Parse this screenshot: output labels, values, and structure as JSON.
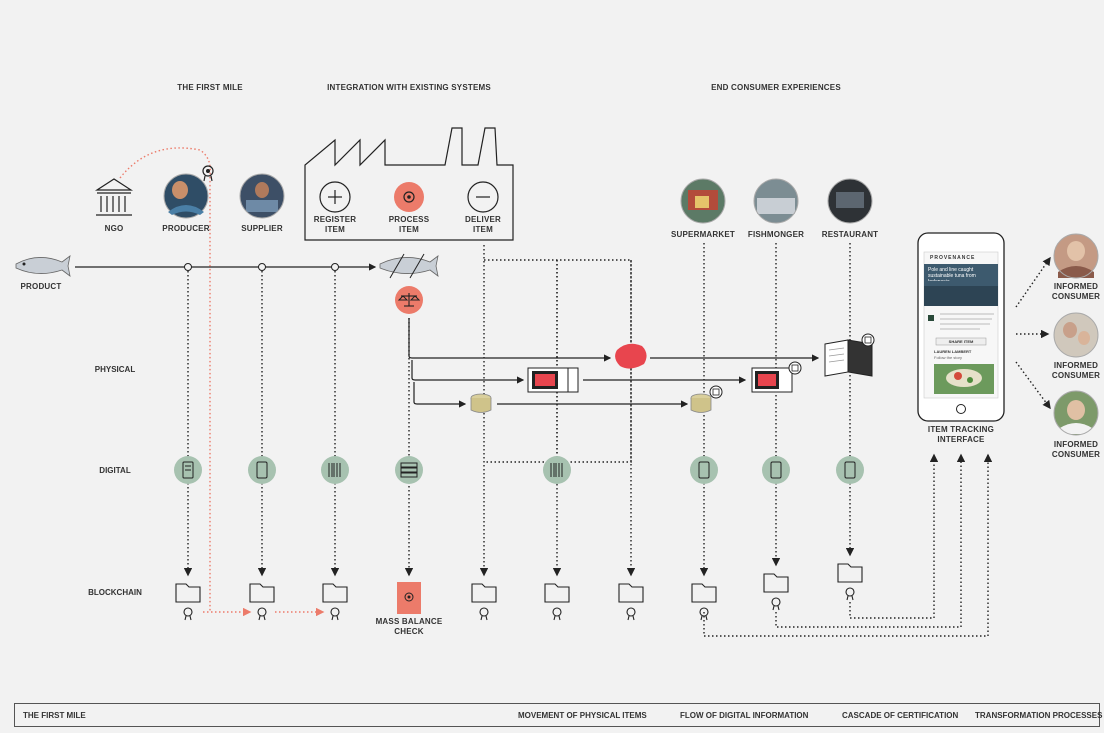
{
  "sections": {
    "first_mile": "THE FIRST MILE",
    "integration": "INTEGRATION WITH EXISTING SYSTEMS",
    "end_consumer": "END CONSUMER EXPERIENCES"
  },
  "rows": {
    "physical": "PHYSICAL",
    "digital": "DIGITAL",
    "blockchain": "BLOCKCHAIN"
  },
  "actors": {
    "ngo": "NGO",
    "producer": "PRODUCER",
    "supplier": "SUPPLIER",
    "supermarket": "SUPERMARKET",
    "fishmonger": "FISHMONGER",
    "restaurant": "RESTAURANT",
    "product": "PRODUCT"
  },
  "factory_steps": {
    "register": [
      "REGISTER",
      "ITEM"
    ],
    "process": [
      "PROCESS",
      "ITEM"
    ],
    "deliver": [
      "DELIVER",
      "ITEM"
    ]
  },
  "mass_balance": [
    "MASS BALANCE",
    "CHECK"
  ],
  "item_tracking": [
    "ITEM TRACKING",
    "INTERFACE"
  ],
  "informed_consumer": [
    "INFORMED",
    "CONSUMER"
  ],
  "phone": {
    "brand": "PROVENANCE",
    "headline": "Pole and line caught sustainable tuna from Indonesia",
    "button": "SHARE ITEM",
    "caption_name": "LAUREN LAMBERT",
    "caption_sub": "Follow the story"
  },
  "legend": {
    "title": "THE FIRST MILE",
    "movement": "MOVEMENT OF PHYSICAL ITEMS",
    "flow": "FLOW OF DIGITAL INFORMATION",
    "cascade": "CASCADE OF CERTIFICATION",
    "transformation": "TRANSFORMATION PROCESSES"
  },
  "colors": {
    "background": "#f2f2f2",
    "line": "#222222",
    "accent": "#ec7b6a",
    "digital_node": "#a7c2b0",
    "tuna_meat": "#e8454e"
  }
}
